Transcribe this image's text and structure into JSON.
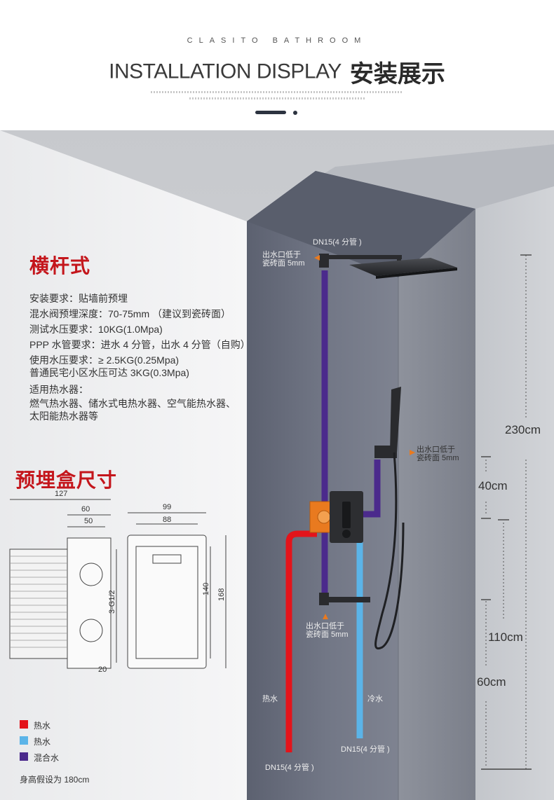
{
  "header": {
    "brand": "CLASITO BATHROOM",
    "title_en": "INSTALLATION DISPLAY",
    "title_cn": "安装展示"
  },
  "mount_type": {
    "title": "横杆式",
    "requirements": [
      "安装要求：贴墙前预埋",
      "混水阀预埋深度：70-75mm （建议到瓷砖面）",
      "测试水压要求：10KG(1.0Mpa)",
      "PPP 水管要求：进水 4 分管，出水 4 分管（自购）",
      "使用水压要求：≥ 2.5KG(0.25Mpa)",
      "普通民宅小区水压可达 3KG(0.3Mpa)"
    ],
    "heaters_title": "适用热水器：",
    "heaters": [
      "燃气热水器、储水式电热水器、空气能热水器、",
      "太阳能热水器等"
    ]
  },
  "box": {
    "title": "预埋盒尺寸",
    "dims": {
      "w127": "127",
      "w60": "60",
      "w50": "50",
      "w99": "99",
      "w88": "88",
      "h140": "140",
      "h168": "168",
      "thread": "3-G1/2",
      "w20": "20"
    }
  },
  "labels": {
    "dn15_top": "DN15(4 分管 )",
    "outlet_top": [
      "出水口低于",
      "瓷砖面 5mm"
    ],
    "outlet_mid": [
      "出水口低于",
      "瓷砖面 5mm"
    ],
    "outlet_bottom": [
      "出水口低于",
      "瓷砖面 5mm"
    ],
    "hot": "热水",
    "cold": "冷水",
    "dn15_right": "DN15(4 分管 )",
    "dn15_bottom": "DN15(4 分管 )"
  },
  "heights": {
    "h230": "230cm",
    "h40": "40cm",
    "h110": "110cm",
    "h60": "60cm"
  },
  "legend": [
    {
      "label": "热水",
      "color": "#e3141b"
    },
    {
      "label": "热水",
      "color": "#5bb4e8"
    },
    {
      "label": "混合水",
      "color": "#4b2a8c"
    }
  ],
  "footnote": "身高假设为 180cm",
  "colors": {
    "hot": "#e3141b",
    "cold": "#5bb4e8",
    "mixed": "#4b2a8c",
    "valve": "#e97a1f"
  }
}
